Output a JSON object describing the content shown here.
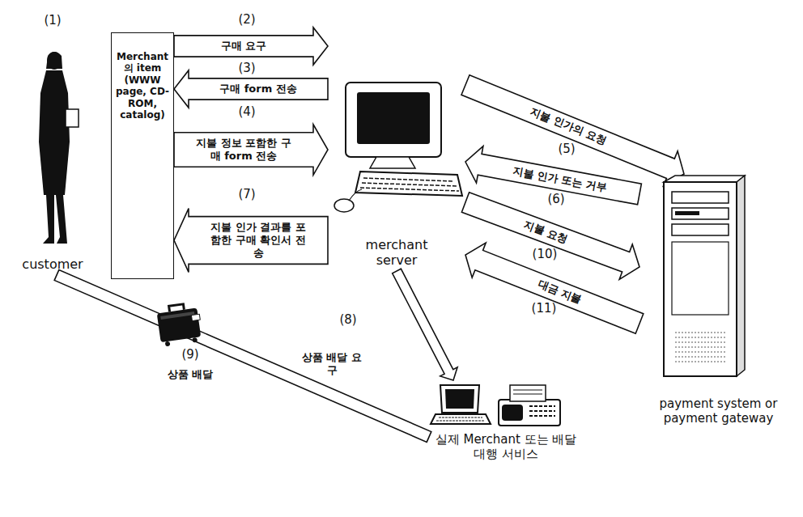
{
  "diagram": {
    "nodes": [
      {
        "text": [
          "customer"
        ]
      },
      {
        "text": [
          "Merchant의 item (WWW page, CD-ROM, catalog)"
        ]
      },
      {
        "text": [
          "merchant server"
        ]
      },
      {
        "text": [
          "payment system or payment gateway"
        ]
      },
      {
        "text": [
          "실제 Merchant 또는 배달 대행 서비스"
        ]
      }
    ],
    "edges": [
      {
        "from": 1,
        "to": 2,
        "arrow": "to",
        "label": "구매 요구"
      },
      {
        "from": 2,
        "to": 1,
        "arrow": "to",
        "label": "구매 form 전송"
      },
      {
        "from": 1,
        "to": 2,
        "arrow": "to",
        "label": "지불 정보 포함한 구매 form 전송"
      },
      {
        "from": 2,
        "to": 1,
        "arrow": "to",
        "label": "지불 인가 결과를 포함한 구매 확인서 전송"
      },
      {
        "from": 2,
        "to": 3,
        "arrow": "to",
        "label": "지불 인가의 요청"
      },
      {
        "from": 3,
        "to": 2,
        "arrow": "to",
        "label": "지불 인가 또는 거부"
      },
      {
        "from": 2,
        "to": 4,
        "arrow": "to",
        "label": "상품 배달 요구"
      },
      {
        "from": 4,
        "to": 0,
        "arrow": "none",
        "label": "상품 배달"
      },
      {
        "from": 2,
        "to": 3,
        "arrow": "to",
        "label": "지불 요청"
      },
      {
        "from": 3,
        "to": 2,
        "arrow": "to",
        "label": "대금 지불"
      }
    ],
    "labels": [
      "(1)",
      "(2)",
      "(3)",
      "(4)",
      "(5)",
      "(6)",
      "(7)",
      "(8)",
      "(9)",
      "(10)",
      "(11)"
    ]
  }
}
